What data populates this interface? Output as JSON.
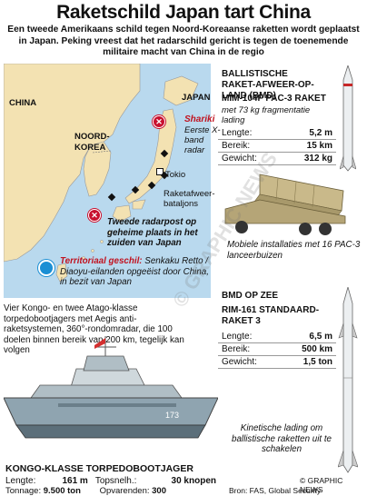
{
  "title": "Raketschild Japan tart China",
  "subtitle": "Een tweede Amerikaans schild tegen Noord-Koreaanse raketten wordt geplaatst in Japan. Peking vreest dat het radarschild gericht is tegen de toenemende militaire macht van China in de regio",
  "map": {
    "china": "CHINA",
    "north_korea": "NOORD-KOREA",
    "japan": "JAPAN",
    "shariki": "Shariki",
    "shariki_desc": "Eerste X-band radar",
    "tokyo": "Tokio",
    "battalions": "Raketafweer-bataljons",
    "second_radar": "Tweede radarpost op geheime plaats in het zuiden van Japan",
    "territory_title": "Territoriaal geschil:",
    "territory_desc": "Senkaku Retto / Diaoyu-eilanden opgeëist door China, in bezit van Japan"
  },
  "land": {
    "header1": "BALLISTISCHE RAKET-AFWEER-OP-LAND (BMD)",
    "header2": "MIM-104F PAC-3 RAKET",
    "note": "met 73 kg fragmentatie lading",
    "rows": [
      {
        "k": "Lengte:",
        "v": "5,2 m"
      },
      {
        "k": "Bereik:",
        "v": "15 km"
      },
      {
        "k": "Gewicht:",
        "v": "312 kg"
      }
    ],
    "caption": "Mobiele installaties met 16 PAC-3 lanceerbuizen"
  },
  "sea": {
    "header1": "BMD OP ZEE",
    "header2": "RIM-161 STANDAARD-RAKET 3",
    "rows": [
      {
        "k": "Lengte:",
        "v": "6,5 m"
      },
      {
        "k": "Bereik:",
        "v": "500 km"
      },
      {
        "k": "Gewicht:",
        "v": "1,5 ton"
      }
    ],
    "caption": "Kinetische lading om ballistische raketten uit te schakelen"
  },
  "ships": {
    "text": "Vier Kongo- en twee Atago-klasse torpedobootjagers met Aegis anti-raketsystemen, 360°-rondomradar, die 100 doelen binnen bereik van 200 km, tegelijk kan volgen",
    "hull_number": "173"
  },
  "kongo": {
    "header": "KONGO-KLASSE TORPEDOBOOTJAGER",
    "rows": [
      {
        "k": "Lengte:",
        "v": "161 m",
        "k2": "Topsnelh.:",
        "v2": "30 knopen"
      },
      {
        "k": "Tonnage:",
        "v": "9.500 ton",
        "k2": "Opvarenden:",
        "v2": "300"
      }
    ]
  },
  "source": "Bron: FAS, Global Security",
  "credit": "© GRAPHIC NEWS",
  "watermark": "© GRAPHIC NEWS"
}
